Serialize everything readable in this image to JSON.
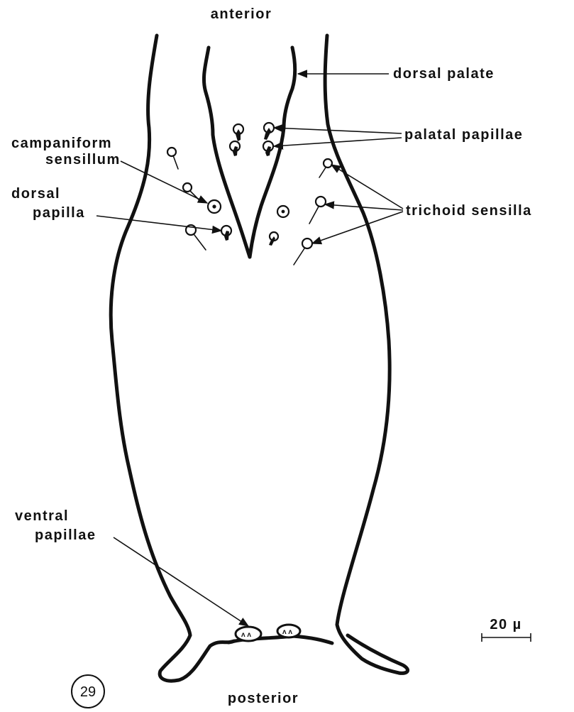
{
  "labels": {
    "anterior": "anterior",
    "posterior": "posterior",
    "dorsal_palate": "dorsal palate",
    "palatal_papillae": "palatal papillae",
    "campaniform_line1": "campaniform",
    "campaniform_line2": "sensillum",
    "dorsal_papilla_line1": "dorsal",
    "dorsal_papilla_line2": "papilla",
    "trichoid_sensilla": "trichoid sensilla",
    "ventral_papillae_line1": "ventral",
    "ventral_papillae_line2": "papillae",
    "scale_bar": "20 µ"
  },
  "figure_number": "29"
}
